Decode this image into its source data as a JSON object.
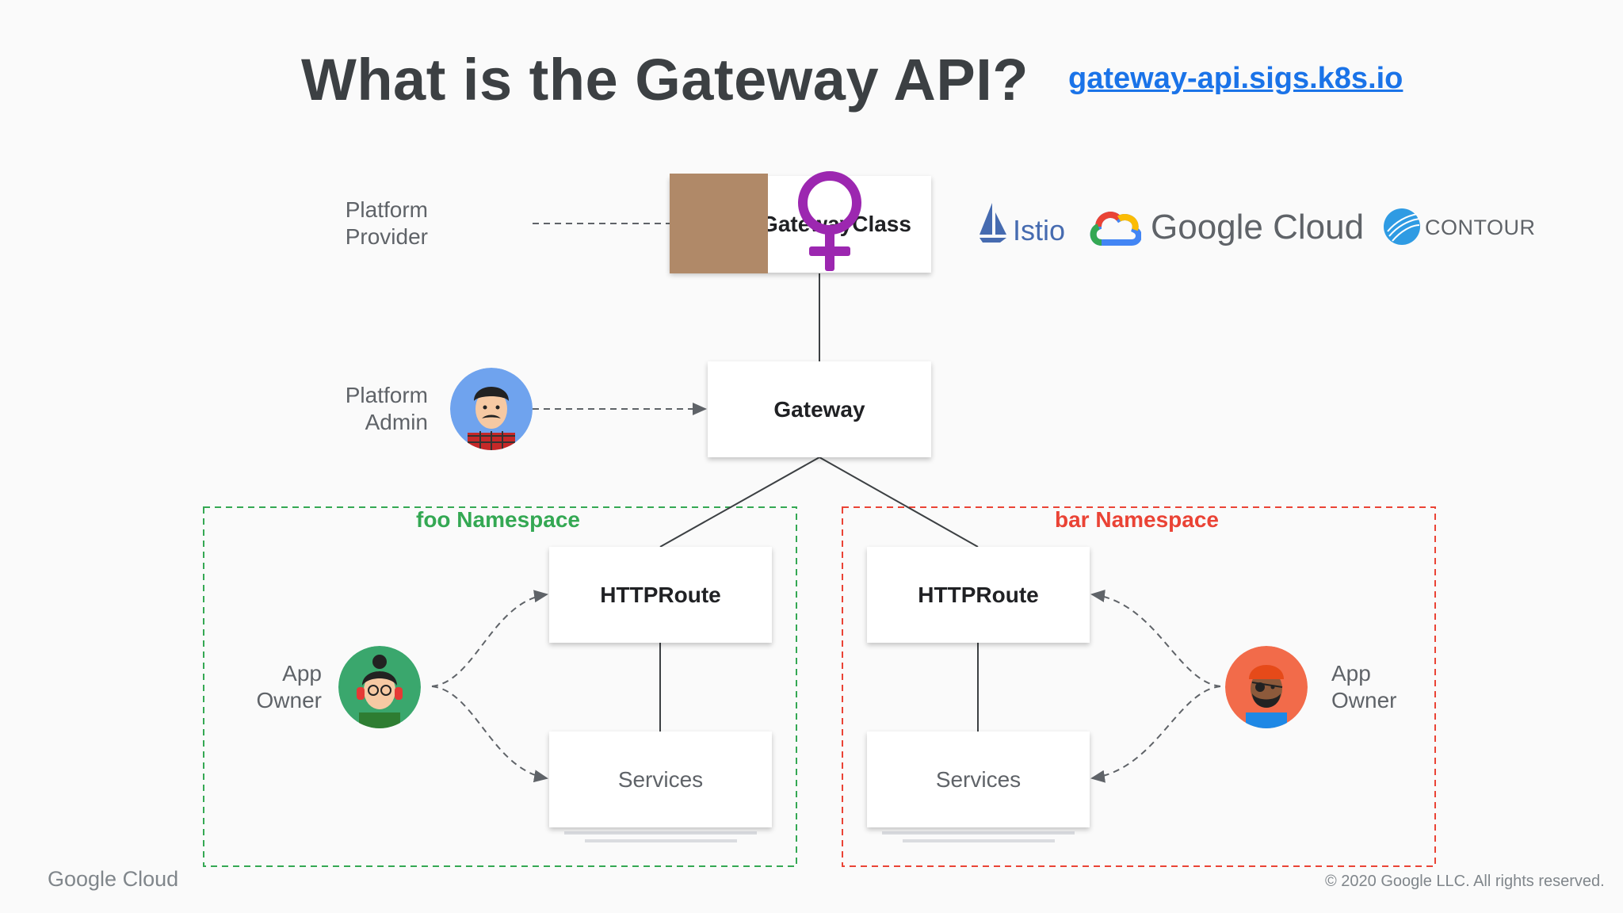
{
  "title": "What is the Gateway API?",
  "link": "gateway-api.sigs.k8s.io",
  "roles": {
    "platform_provider": [
      "Platform",
      "Provider"
    ],
    "platform_admin": [
      "Platform",
      "Admin"
    ],
    "app_owner_left": [
      "App",
      "Owner"
    ],
    "app_owner_right": [
      "App",
      "Owner"
    ]
  },
  "boxes": {
    "gatewayclass": "GatewayClass",
    "gateway": "Gateway",
    "httproute_foo": "HTTPRoute",
    "services_foo": "Services",
    "httproute_bar": "HTTPRoute",
    "services_bar": "Services"
  },
  "namespaces": {
    "foo": "foo Namespace",
    "bar": "bar Namespace"
  },
  "logos": {
    "istio": "Istio",
    "google_cloud": "Google Cloud",
    "contour": "CONTOUR"
  },
  "overlay_symbol": "♀",
  "footer": {
    "brand": "Google Cloud",
    "copyright": "© 2020 Google LLC. All rights reserved."
  },
  "colors": {
    "foo_namespace": "#34a853",
    "bar_namespace": "#ea4335",
    "link": "#1a73e8",
    "overlay_symbol": "#9c27b0",
    "overlay_square": "#b08968"
  },
  "icons": [
    "istio-sail-icon",
    "google-cloud-icon",
    "contour-icon",
    "person-avatar-icon",
    "female-sign-icon"
  ]
}
